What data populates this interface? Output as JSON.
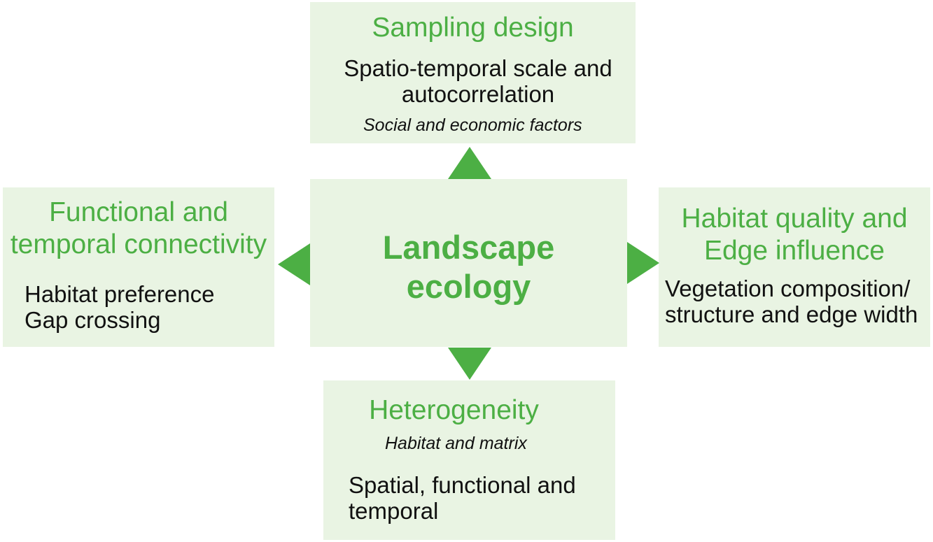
{
  "center": {
    "title_line1": "Landscape",
    "title_line2": "ecology"
  },
  "top": {
    "title": "Sampling design",
    "body_line1": "Spatio-temporal scale and",
    "body_line2": "autocorrelation",
    "italic": "Social and economic factors"
  },
  "left": {
    "title_line1": "Functional and",
    "title_line2": "temporal connectivity",
    "body_line1": "Habitat preference",
    "body_line2": "Gap crossing"
  },
  "right": {
    "title_line1": "Habitat quality and",
    "title_line2": "Edge influence",
    "body_line1": "Vegetation composition/",
    "body_line2": "structure and edge width"
  },
  "bottom": {
    "title": "Heterogeneity",
    "italic": "Habitat and matrix",
    "body_line1": "Spatial, functional and",
    "body_line2": "temporal"
  },
  "colors": {
    "accent_green": "#4caf44",
    "box_fill": "#e9f4e3",
    "text": "#111111"
  }
}
